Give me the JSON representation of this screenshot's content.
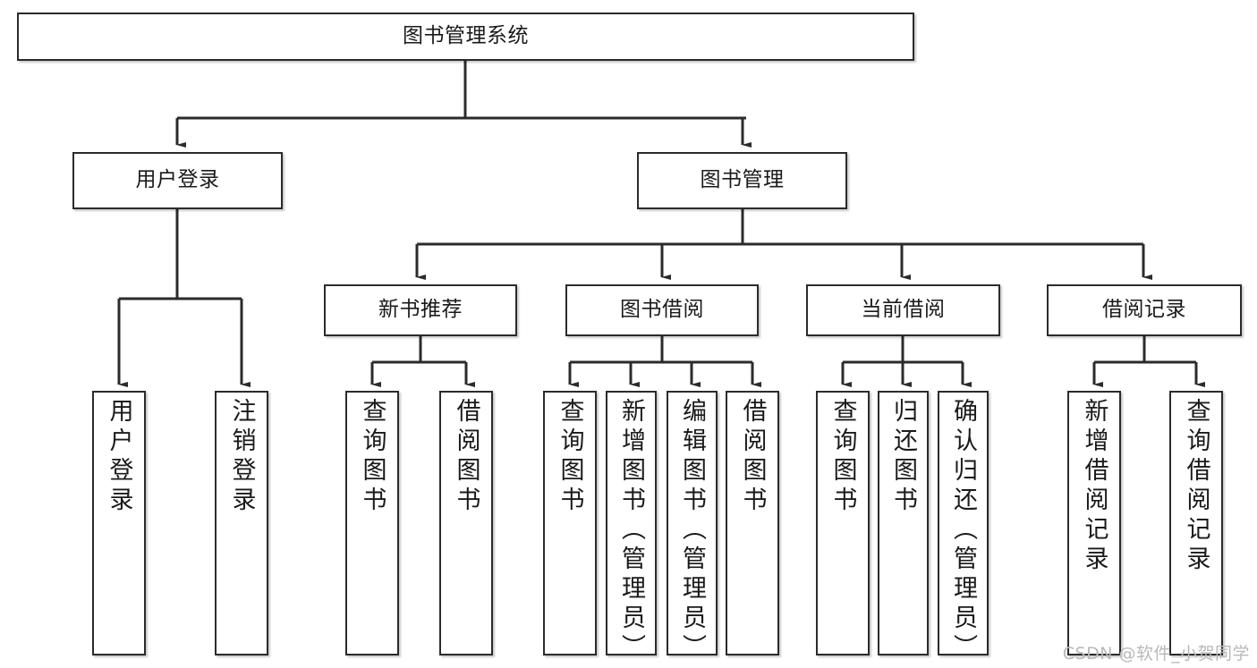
{
  "diagram": {
    "title": "图书管理系统",
    "type": "tree",
    "watermark": "CSDN @软件_小贺同学",
    "colors": {
      "box_border": "#2b2b2b",
      "box_fill": "#ffffff",
      "edge": "#2b2b2b",
      "watermark": "#b9b9b9",
      "background": "#ffffff"
    },
    "nodes": {
      "root": {
        "label": "图书管理系统"
      },
      "level2": [
        {
          "label": "用户登录"
        },
        {
          "label": "图书管理"
        }
      ],
      "level3": [
        {
          "label": "新书推荐"
        },
        {
          "label": "图书借阅"
        },
        {
          "label": "当前借阅"
        },
        {
          "label": "借阅记录"
        }
      ],
      "leaves": {
        "user_login": [
          {
            "label": "用户登录"
          },
          {
            "label": "注销登录"
          }
        ],
        "new_book": [
          {
            "label": "查询图书"
          },
          {
            "label": "借阅图书"
          }
        ],
        "book_borrow": [
          {
            "label": "查询图书"
          },
          {
            "label": "新增图书（管理员）"
          },
          {
            "label": "编辑图书（管理员）"
          },
          {
            "label": "借阅图书"
          }
        ],
        "current_borrow": [
          {
            "label": "查询图书"
          },
          {
            "label": "归还图书"
          },
          {
            "label": "确认归还（管理员）"
          }
        ],
        "borrow_record": [
          {
            "label": "新增借阅记录"
          },
          {
            "label": "查询借阅记录"
          }
        ]
      }
    }
  }
}
